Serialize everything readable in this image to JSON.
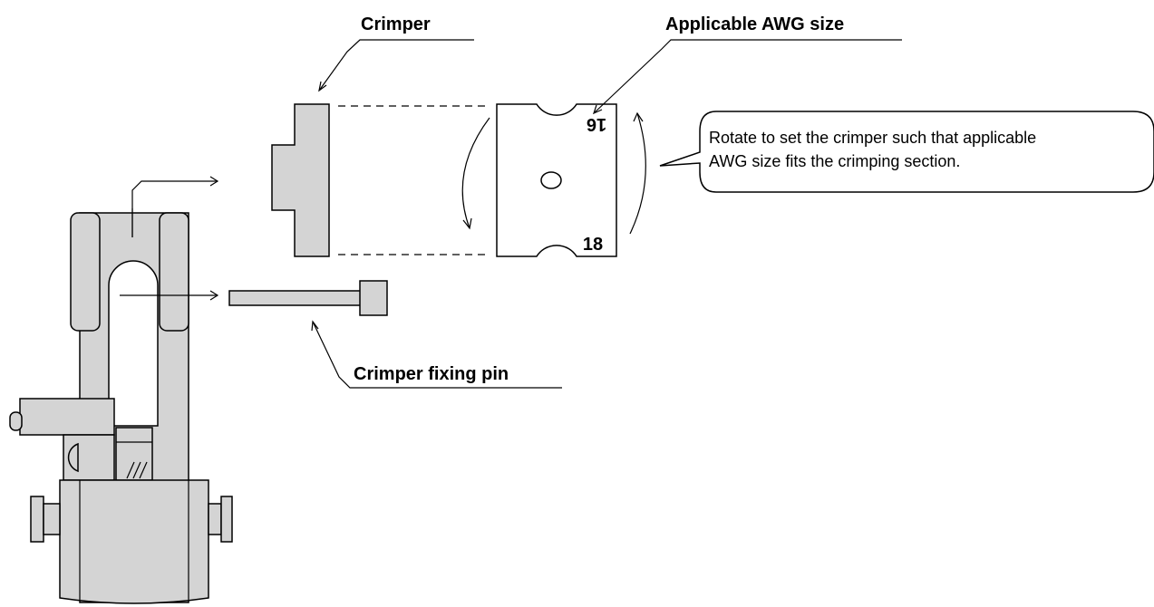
{
  "labels": {
    "crimper": "Crimper",
    "awg_size": "Applicable AWG size",
    "fixing_pin": "Crimper fixing pin",
    "size_top": "16",
    "size_bottom": "18"
  },
  "callout": {
    "line1": "Rotate to set the crimper such that applicable",
    "line2": "AWG size fits the crimping section."
  },
  "colors": {
    "part_fill": "#d4d4d4",
    "stroke": "#000000"
  }
}
